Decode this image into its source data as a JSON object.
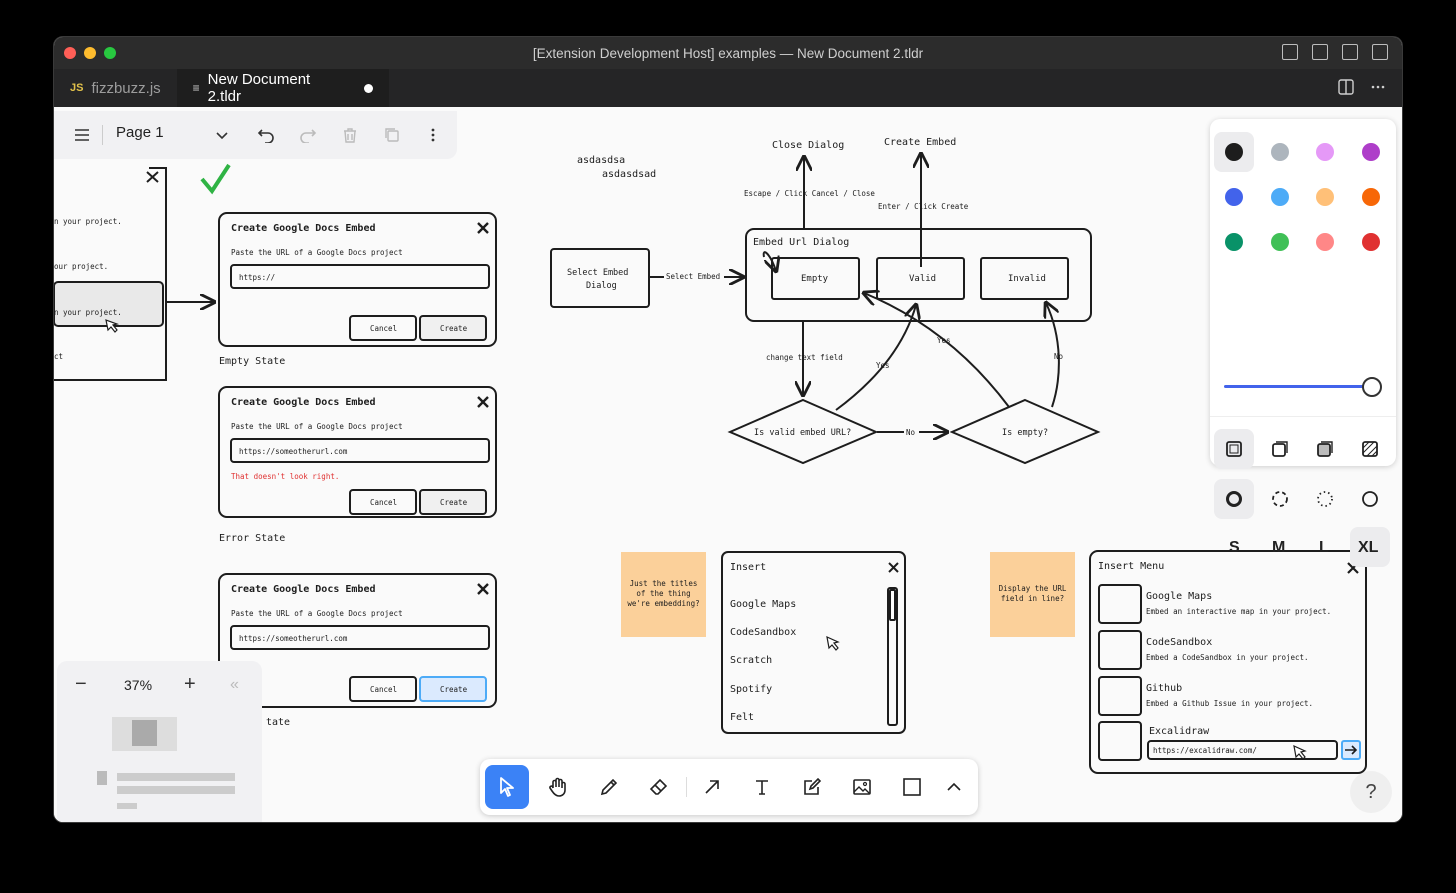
{
  "window": {
    "title": "[Extension Development Host] examples — New Document 2.tldr",
    "traffic": {
      "close": "#ff5f57",
      "minimize": "#febc2e",
      "zoom": "#28c840"
    }
  },
  "tabs": [
    {
      "icon": "JS",
      "label": "fizzbuzz.js",
      "active": false
    },
    {
      "icon": "≡",
      "label": "New Document 2.tldr",
      "active": true,
      "dirty": true
    }
  ],
  "pagebar": {
    "page_name": "Page 1"
  },
  "zoom": {
    "percent": "37%"
  },
  "colors": {
    "swatches": [
      "#1d1d1d",
      "#adb5bd",
      "#e599f7",
      "#ae3ec9",
      "#4263eb",
      "#4dabf7",
      "#ffc078",
      "#f76707",
      "#099268",
      "#40c057",
      "#ff8787",
      "#e03131"
    ],
    "opacity": 1.0,
    "sizes": [
      "S",
      "M",
      "L",
      "XL"
    ],
    "selected_size": "XL"
  },
  "canvas": {
    "flow": {
      "close_dialog": "Close Dialog",
      "create_embed": "Create Embed",
      "escape_label": "Escape / Click Cancel / Close",
      "enter_label": "Enter / Click Create",
      "embed_url_dialog": "Embed Url Dialog",
      "empty": "Empty",
      "valid": "Valid",
      "invalid": "Invalid",
      "select_embed_dialog_1": "Select Embed",
      "select_embed_dialog_2": "Dialog",
      "select_embed_edge": "Select Embed",
      "change_text_field": "change text field",
      "yes_a": "Yes",
      "yes_b": "Yes",
      "no_a": "No",
      "no_b": "No",
      "is_valid": "Is valid embed URL?",
      "is_empty": "Is empty?",
      "scribble_1": "asdasdsa",
      "scribble_2": "asdasdsad"
    },
    "left_menu": {
      "rows": [
        "n your project.",
        "our project.",
        "n your project.",
        "ct"
      ]
    },
    "dialogs": [
      {
        "title": "Create Google Docs Embed",
        "subtitle": "Paste the URL of a Google Docs project",
        "value": "https://",
        "error": "",
        "cancel": "Cancel",
        "create": "Create",
        "caption": "Empty State"
      },
      {
        "title": "Create Google Docs Embed",
        "subtitle": "Paste the URL of a Google Docs project",
        "value": "https://someotherurl.com",
        "error": "That doesn't look right.",
        "cancel": "Cancel",
        "create": "Create",
        "caption": "Error State"
      },
      {
        "title": "Create Google Docs Embed",
        "subtitle": "Paste the URL of a Google Docs project",
        "value": "https://someotherurl.com",
        "error": "",
        "cancel": "Cancel",
        "create": "Create",
        "caption": "tate"
      }
    ],
    "sticky_1": "Just the titles of the thing we're embedding?",
    "sticky_2": "Display the URL field in line?",
    "insert_list": {
      "title": "Insert",
      "items": [
        "Google Maps",
        "CodeSandbox",
        "Scratch",
        "Spotify",
        "Felt"
      ]
    },
    "insert_menu": {
      "title": "Insert Menu",
      "items": [
        {
          "name": "Google Maps",
          "desc": "Embed an interactive map in your project."
        },
        {
          "name": "CodeSandbox",
          "desc": "Embed a CodeSandbox in your project."
        },
        {
          "name": "Github",
          "desc": "Embed a Github Issue in your project."
        },
        {
          "name": "Excalidraw",
          "desc": ""
        }
      ],
      "url_value": "https://excalidraw.com/"
    }
  },
  "help": "?"
}
